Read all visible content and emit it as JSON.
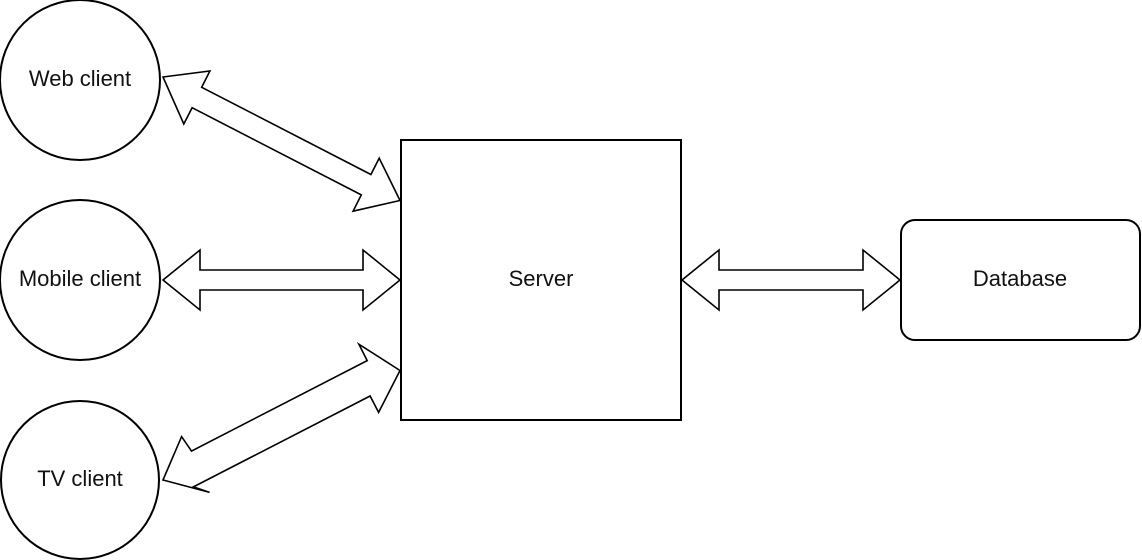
{
  "nodes": {
    "web_client": {
      "label": "Web client",
      "shape": "circle"
    },
    "mobile_client": {
      "label": "Mobile client",
      "shape": "circle"
    },
    "tv_client": {
      "label": "TV client",
      "shape": "circle"
    },
    "server": {
      "label": "Server",
      "shape": "rectangle"
    },
    "database": {
      "label": "Database",
      "shape": "rounded-rectangle"
    }
  },
  "edges": [
    {
      "from": "web_client",
      "to": "server",
      "type": "bidirectional-arrow"
    },
    {
      "from": "mobile_client",
      "to": "server",
      "type": "bidirectional-arrow"
    },
    {
      "from": "tv_client",
      "to": "server",
      "type": "bidirectional-arrow"
    },
    {
      "from": "server",
      "to": "database",
      "type": "bidirectional-arrow"
    }
  ],
  "colors": {
    "stroke": "#000000",
    "fill": "#ffffff",
    "text": "#111111"
  }
}
